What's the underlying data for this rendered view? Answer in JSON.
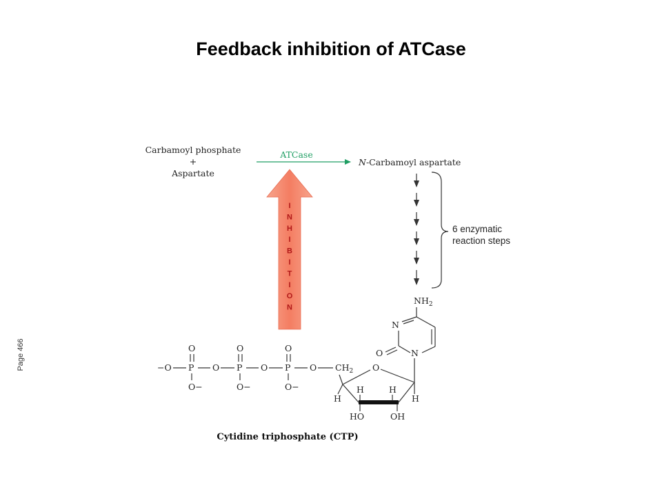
{
  "slide": {
    "title": "Feedback inhibition of ATCase",
    "side_label": "Page 466"
  },
  "pathway": {
    "substrate_1": "Carbamoyl phosphate",
    "plus": "+",
    "substrate_2": "Aspartate",
    "enzyme": "ATCase",
    "product_prefix": "N",
    "product_rest": "-Carbamoyl aspartate",
    "steps_label_line1": "6 enzymatic",
    "steps_label_line2": "reaction steps",
    "inhibition_letters": [
      "I",
      "N",
      "H",
      "I",
      "B",
      "I",
      "T",
      "I",
      "O",
      "N"
    ]
  },
  "ctp": {
    "caption": "Cytidine triphosphate (CTP)",
    "atoms": {
      "oxygen": "O",
      "o_minus": "O−",
      "minus_o": "−O",
      "phosphorus": "P",
      "ch": "CH",
      "sub_2": "2",
      "nitrogen": "N",
      "nh": "NH",
      "hydrogen": "H",
      "ho": "HO",
      "oh": "OH"
    }
  },
  "colors": {
    "enzyme_arrow": "#1f9e63",
    "inhibition_arrow": "#f4866a",
    "inhibition_text": "#b01818"
  }
}
